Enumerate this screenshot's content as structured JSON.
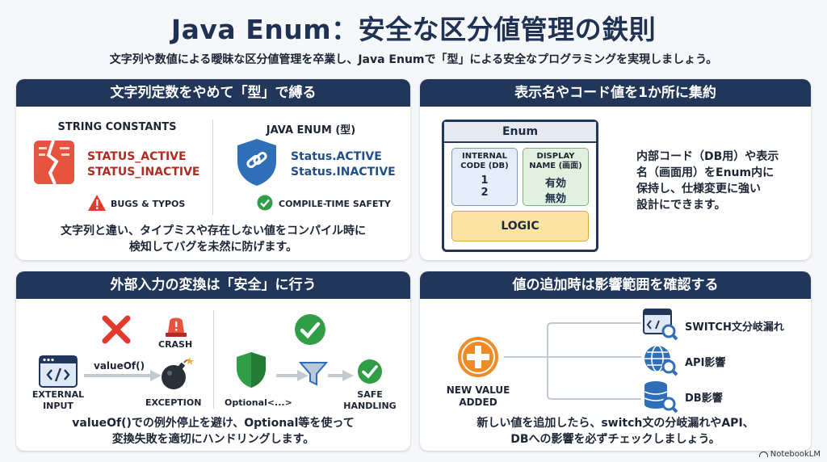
{
  "header": {
    "title": "Java Enum：安全な区分値管理の鉄則",
    "subtitle": "文字列や数値による曖昧な区分値管理を卒業し、Java Enumで「型」による安全なプログラミングを実現しましょう。"
  },
  "panel1": {
    "title": "文字列定数をやめて「型」で縛る",
    "left_heading": "STRING CONSTANTS",
    "left_lines": [
      "STATUS_ACTIVE",
      "STATUS_INACTIVE"
    ],
    "left_badge": "BUGS & TYPOS",
    "right_heading": "JAVA ENUM (型)",
    "right_lines": [
      "Status.ACTIVE",
      "Status.INACTIVE"
    ],
    "right_badge": "COMPILE-TIME SAFETY",
    "desc_lines": [
      "文字列と違い、タイプミスや存在しない値をコンパイル時に",
      "検知してバグを未然に防げます。"
    ]
  },
  "panel2": {
    "title": "表示名やコード値を1か所に集約",
    "enum_label": "Enum",
    "internal_header": [
      "INTERNAL",
      "CODE (DB)"
    ],
    "internal_values": [
      "1",
      "2"
    ],
    "display_header": [
      "DISPLAY",
      "NAME (画面)"
    ],
    "display_values": [
      "有効",
      "無効"
    ],
    "logic_label": "LOGIC",
    "desc_lines": [
      "内部コード（DB用）や表示",
      "名（画面用）をEnum内に",
      "保持し、仕様変更に強い",
      "設計にできます。"
    ]
  },
  "panel3": {
    "title": "外部入力の変換は「安全」に行う",
    "external_label": [
      "EXTERNAL",
      "INPUT"
    ],
    "valueof_label": "valueOf()",
    "crash_label": "CRASH",
    "exception_label": "EXCEPTION",
    "optional_label": "Optional<...>",
    "safe_label": [
      "SAFE",
      "HANDLING"
    ],
    "desc_lines": [
      "valueOf()での例外停止を避け、Optional等を使って",
      "変換失敗を適切にハンドリングします。"
    ]
  },
  "panel4": {
    "title": "値の追加時は影響範囲を確認する",
    "new_value_label": [
      "NEW VALUE",
      "ADDED"
    ],
    "impacts": [
      "SWITCH文分岐漏れ",
      "API影響",
      "DB影響"
    ],
    "desc_lines": [
      "新しい値を追加したら、switch文の分岐漏れやAPI、",
      "DBへの影響を必ずチェックしましょう。"
    ]
  },
  "footer": {
    "brand": "NotebookLM"
  },
  "colors": {
    "navy": "#22365a",
    "red": "#e8533f",
    "green": "#2f9e46",
    "blue": "#2f6fb8",
    "orange": "#f08a24"
  }
}
